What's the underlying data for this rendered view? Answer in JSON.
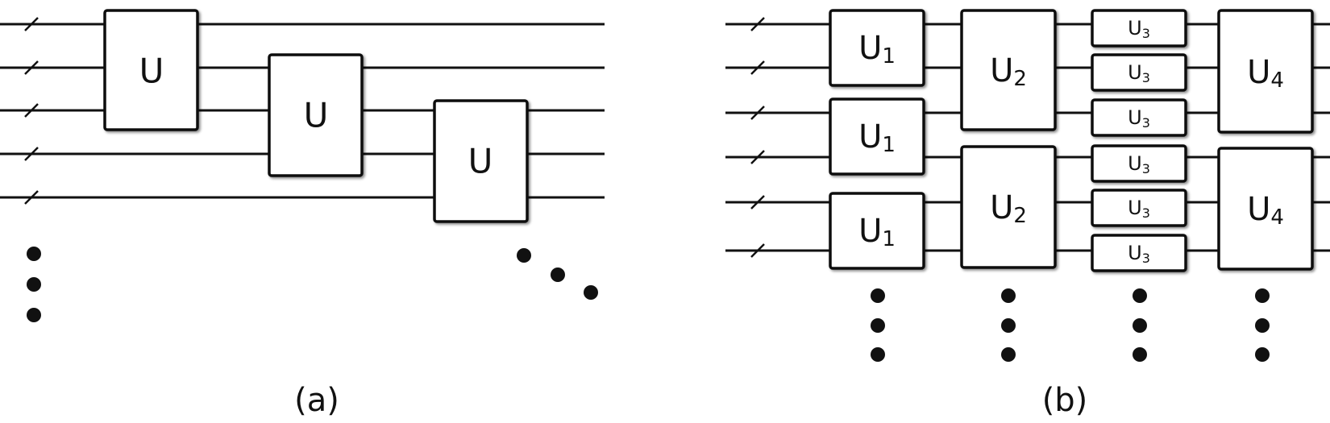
{
  "panel_a": {
    "caption": "(a)",
    "gate_label": "U",
    "wire_count": 5,
    "gates": [
      {
        "label": "U"
      },
      {
        "label": "U"
      },
      {
        "label": "U"
      }
    ]
  },
  "panel_b": {
    "caption": "(b)",
    "wire_count": 6,
    "layers": [
      {
        "base": "U",
        "subscript": "1",
        "gate_count": 3
      },
      {
        "base": "U",
        "subscript": "2",
        "gate_count": 2
      },
      {
        "base": "U",
        "subscript": "3",
        "gate_count": 6
      },
      {
        "base": "U",
        "subscript": "4",
        "gate_count": 2
      }
    ]
  }
}
